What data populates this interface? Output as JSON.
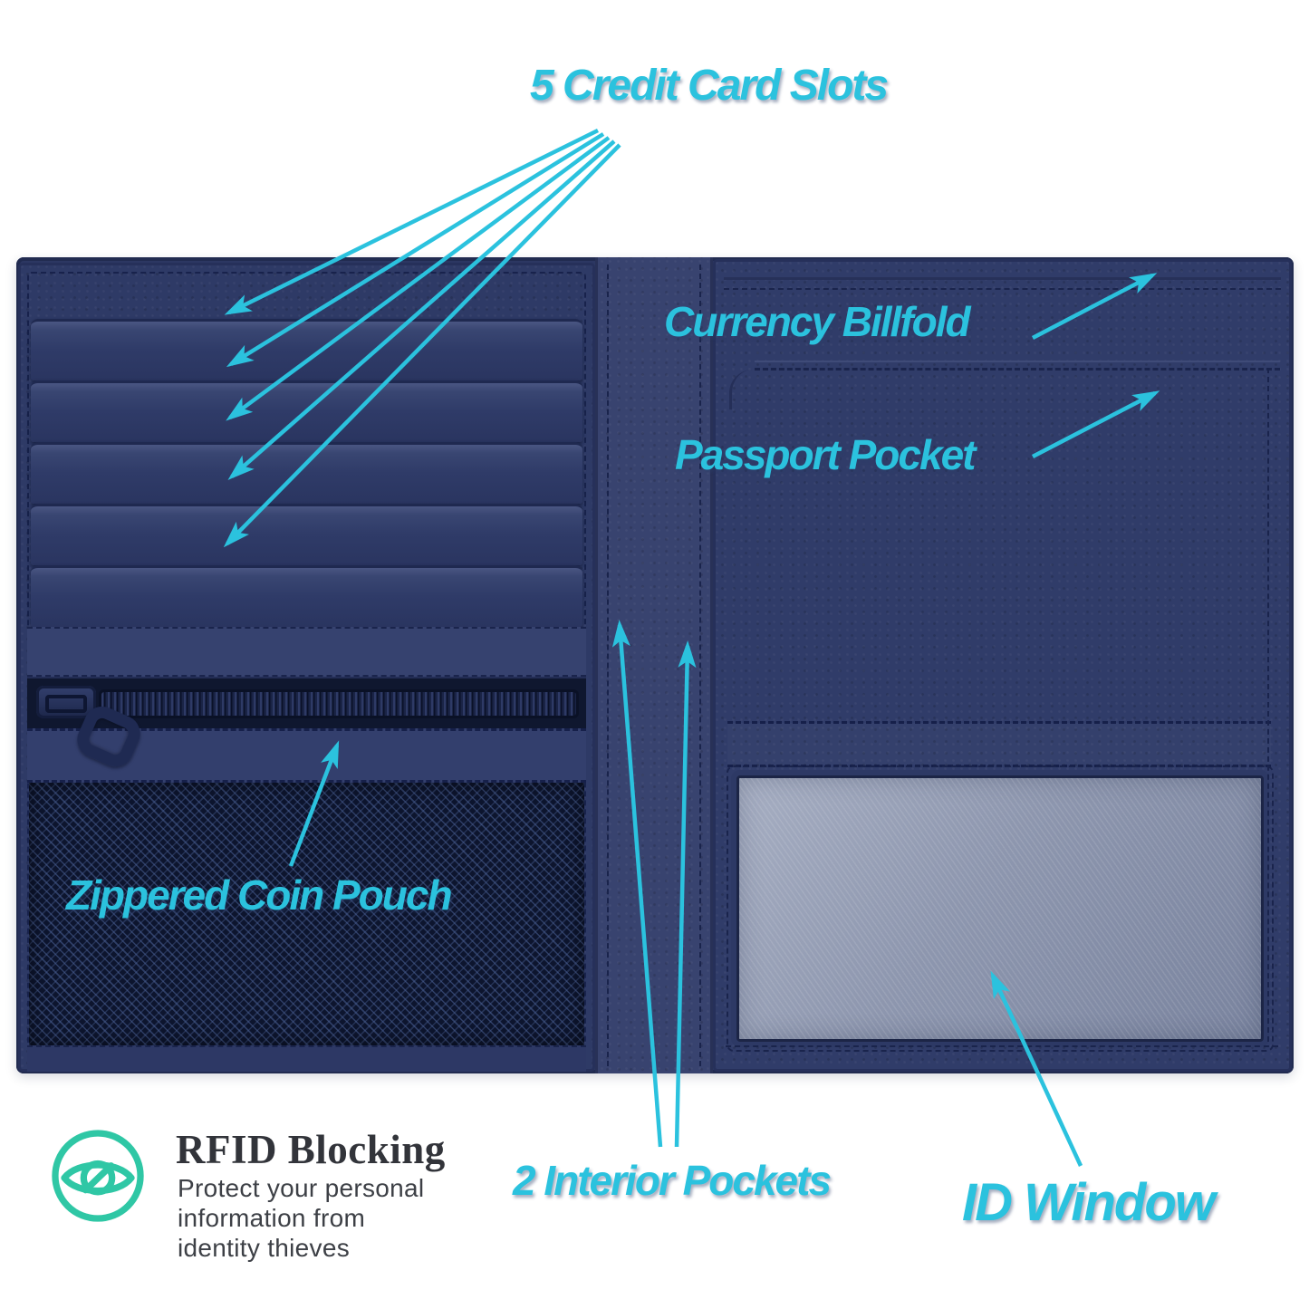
{
  "annotations": {
    "credit_slots": {
      "label": "5 Credit Card Slots",
      "arrow_count": 5
    },
    "currency_billfold": {
      "label": "Currency Billfold",
      "arrow_count": 1
    },
    "passport_pocket": {
      "label": "Passport Pocket",
      "arrow_count": 1
    },
    "coin_pouch": {
      "label": "Zippered Coin Pouch",
      "arrow_count": 1
    },
    "interior_pockets": {
      "label": "2 Interior Pockets",
      "arrow_count": 2
    },
    "id_window": {
      "label": "ID Window",
      "arrow_count": 1
    }
  },
  "rfid": {
    "heading": "RFID Blocking",
    "description_lines": [
      "Protect your personal",
      "information from",
      "identity thieves"
    ],
    "icon": "eye-blocked-icon"
  },
  "colors": {
    "annotation_cyan": "#2BC2DE",
    "rfid_teal": "#2FC7A5",
    "leather_navy": "#2E3A66",
    "mesh_dark": "#0D152E",
    "id_window_gray": "#8D96AE",
    "heading_dark": "#32343A",
    "background": "#FFFFFF"
  }
}
